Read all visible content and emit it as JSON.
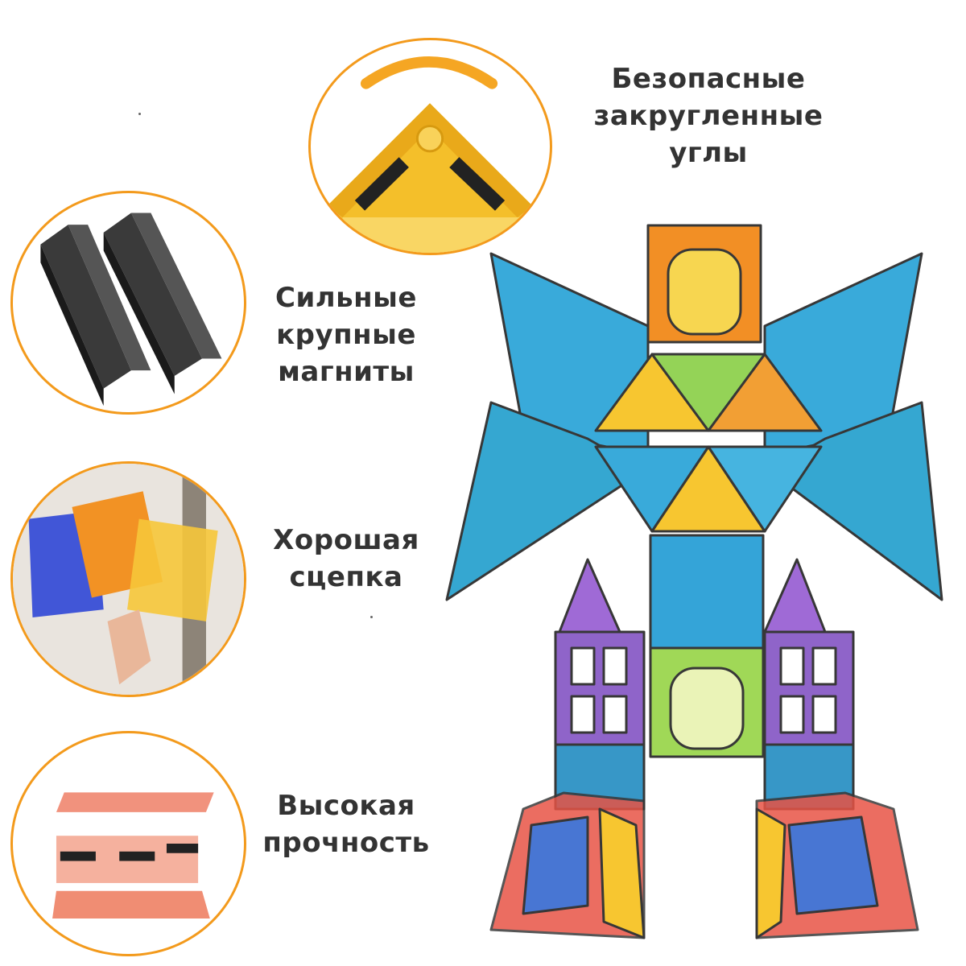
{
  "features": [
    {
      "lines": [
        "Безопасные",
        "закругленные",
        "углы"
      ],
      "icon": "rounded-corner-tile-icon"
    },
    {
      "lines": [
        "Сильные",
        "крупные",
        "магниты"
      ],
      "icon": "magnet-blocks-icon"
    },
    {
      "lines": [
        "Хорошая",
        "сцепка"
      ],
      "icon": "connected-tiles-icon"
    },
    {
      "lines": [
        "Высокая",
        "прочность"
      ],
      "icon": "layered-tile-icon"
    }
  ],
  "colors": {
    "accent": "#f39a1c",
    "text": "#333333",
    "tile_orange": "#f28a1a",
    "tile_yellow": "#f7c325",
    "tile_blue": "#2fa6d9",
    "tile_green": "#8fd14f",
    "tile_purple": "#8a5cc7",
    "tile_red": "#e64a3b"
  }
}
